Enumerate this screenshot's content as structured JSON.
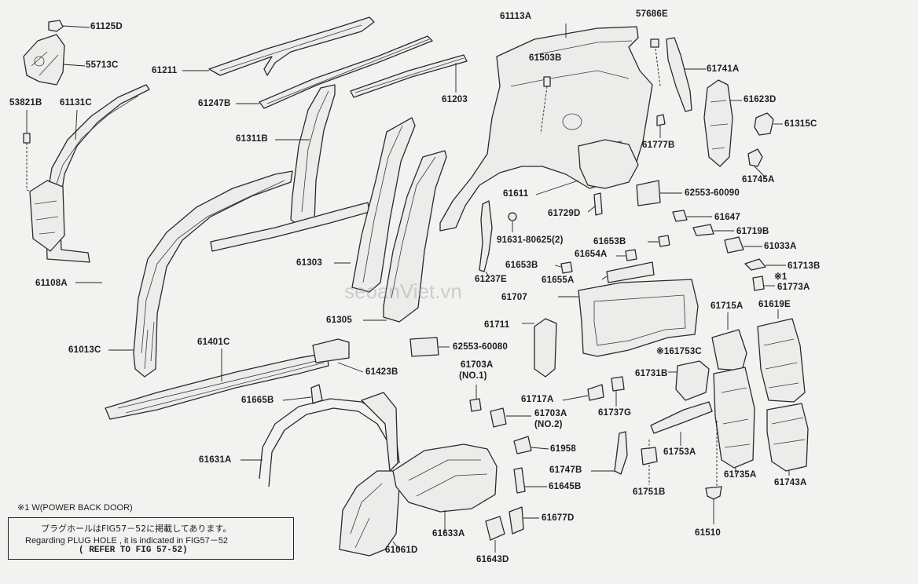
{
  "labels": {
    "p61125D": "61125D",
    "p55713C": "55713C",
    "p53821B": "53821B",
    "p61131C": "61131C",
    "p61211": "61211",
    "p61247B": "61247B",
    "p61311B": "61311B",
    "p61113A": "61113A",
    "p57686E": "57686E",
    "p61503B": "61503B",
    "p61203": "61203",
    "p61741A": "61741A",
    "p61623D": "61623D",
    "p61315C": "61315C",
    "p61777B": "61777B",
    "p61745A": "61745A",
    "p61611": "61611",
    "p61729D": "61729D",
    "p62553_60090": "62553-60090",
    "p61647": "61647",
    "p91631": "91631-80625(2)",
    "p61719B": "61719B",
    "p61653B_1": "61653B",
    "p61033A": "61033A",
    "p61654A": "61654A",
    "p61653B_2": "61653B",
    "p61713B": "61713B",
    "p61108A": "61108A",
    "p61303": "61303",
    "p61237E": "61237E",
    "p61655A": "61655A",
    "p61773A": "61773A",
    "p61707": "61707",
    "mark61773": "※1",
    "p61305": "61305",
    "p61715A": "61715A",
    "p61619E": "61619E",
    "p61711": "61711",
    "p62553_60080": "62553-60080",
    "p61013C": "61013C",
    "p61401C": "61401C",
    "p61753C": "※161753C",
    "p61423B": "61423B",
    "p61703A_1": "61703A",
    "p61703A_1_sub": "(NO.1)",
    "p61731B": "61731B",
    "p61665B": "61665B",
    "p61717A": "61717A",
    "p61737G": "61737G",
    "p61703A_2": "61703A",
    "p61703A_2_sub": "(NO.2)",
    "p61631A": "61631A",
    "p61958": "61958",
    "p61753A": "61753A",
    "p61747B": "61747B",
    "p61751B": "61751B",
    "p61735A": "61735A",
    "p61743A": "61743A",
    "p61645B": "61645B",
    "p61677D": "61677D",
    "p61633A": "61633A",
    "p61061D": "61061D",
    "p61643D": "61643D",
    "p61510": "61510"
  },
  "note": {
    "title": "※1 W(POWER BACK DOOR)",
    "line1": "プラグホールはFIG57－52に掲載してあります。",
    "line2": "Regarding PLUG HOLE , it is indicated in FIG57－52",
    "line3": "(     REFER TO FIG 57-52)"
  },
  "watermark": "seoanViet.vn"
}
